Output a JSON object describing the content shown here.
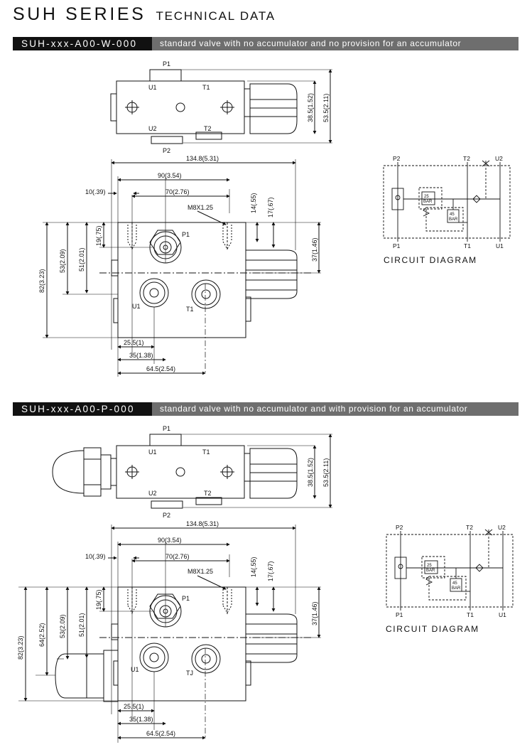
{
  "page": {
    "series": "SUH SERIES",
    "section_title": "TECHNICAL DATA"
  },
  "sections": [
    {
      "code": "SUH-xxx-A00-W-000",
      "description": "standard valve with no accumulator and no provision for an accumulator",
      "top_view": {
        "p1": "P1",
        "p2": "P2",
        "u1": "U1",
        "u2": "U2",
        "t1": "T1",
        "t2": "T2",
        "dim_a": "38.5(1.52)",
        "dim_b": "53.5(2.11)"
      },
      "front_view": {
        "width_total": "134.8(5.31)",
        "w90": "90(3.54)",
        "w70": "70(2.76)",
        "w10": "10(.39)",
        "thread": "M8X1.25",
        "d14": "14(.55)",
        "d17": "17(.67)",
        "d19": "19(.75)",
        "d51": "51(2.01)",
        "d53": "53(2.09)",
        "d82": "82(3.23)",
        "d37": "37(1.46)",
        "d25": "25.5(1)",
        "d35": "35(1.38)",
        "d64": "64.5(2.54)",
        "p1": "P1",
        "u1": "U1",
        "t1": "T1"
      },
      "circuit": {
        "p1": "P1",
        "p2": "P2",
        "t1": "T1",
        "t2": "T2",
        "u1": "U1",
        "u2": "U2",
        "bar25": "25",
        "bar45": "45",
        "bar_unit": "BAR",
        "caption": "CIRCUIT DIAGRAM"
      }
    },
    {
      "code": "SUH-xxx-A00-P-000",
      "description": "standard valve with no accumulator and with provision for an accumulator",
      "top_view": {
        "p1": "P1",
        "p2": "P2",
        "u1": "U1",
        "u2": "U2",
        "t1": "T1",
        "t2": "T2",
        "dim_a": "38.5(1.52)",
        "dim_b": "53.5(2.11)"
      },
      "front_view": {
        "width_total": "134.8(5.31)",
        "w90": "90(3.54)",
        "w70": "70(2.76)",
        "w10": "10(.39)",
        "thread": "M8X1.25",
        "d14": "14(.55)",
        "d17": "17(.67)",
        "d19": "19(.75)",
        "d51": "51(2.01)",
        "d53": "53(2.09)",
        "d64v": "64(2.52)",
        "d82": "82(3.23)",
        "d37": "37(1.46)",
        "d25": "25.5(1)",
        "d35": "35(1.38)",
        "d64": "64.5(2.54)",
        "p1": "P1",
        "u1": "U1",
        "t1": "TJ"
      },
      "circuit": {
        "p1": "P1",
        "p2": "P2",
        "t1": "T1",
        "t2": "T2",
        "u1": "U1",
        "u2": "U2",
        "bar25": "25",
        "bar45": "45",
        "bar_unit": "BAR",
        "caption": "CIRCUIT DIAGRAM"
      }
    }
  ]
}
